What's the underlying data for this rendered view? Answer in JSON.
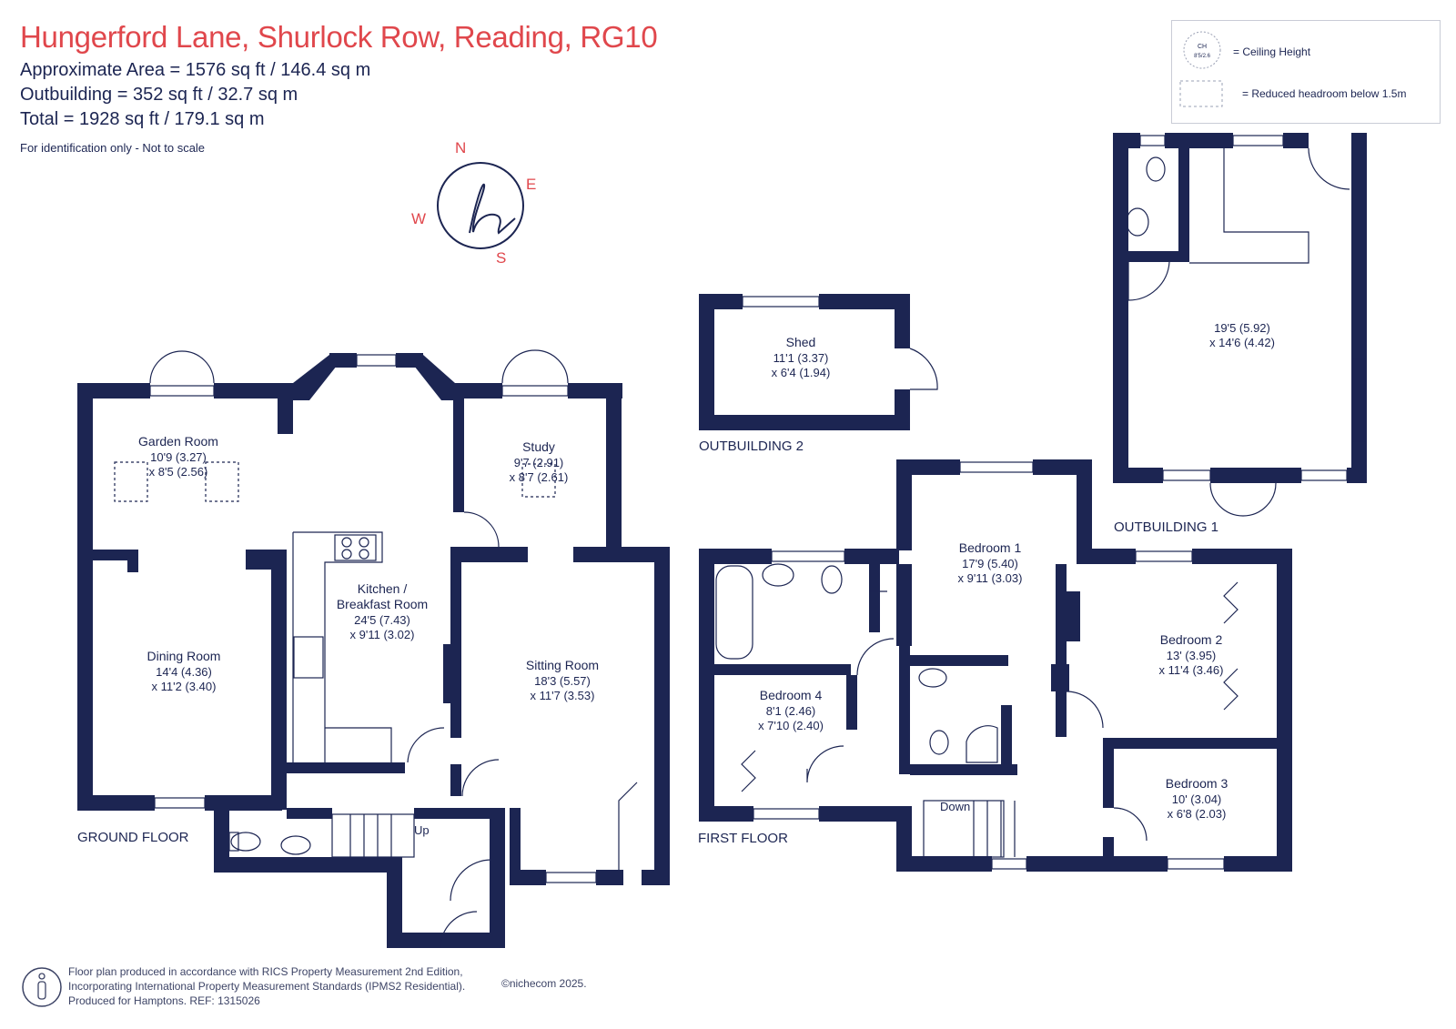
{
  "header": {
    "title": "Hungerford Lane, Shurlock Row, Reading, RG10",
    "approx_area": "Approximate Area = 1576 sq ft / 146.4 sq m",
    "outbuilding": "Outbuilding = 352 sq ft / 32.7 sq m",
    "total": "Total = 1928 sq ft / 179.1 sq m",
    "note": "For identification only - Not to scale"
  },
  "compass": {
    "n": "N",
    "e": "E",
    "s": "S",
    "w": "W"
  },
  "legend": {
    "ch_badge_top": "CH",
    "ch_badge_bottom": "8'5/2.6",
    "ceiling_height": "= Ceiling Height",
    "reduced_headroom": "= Reduced headroom below 1.5m"
  },
  "floors": {
    "ground": "GROUND FLOOR",
    "first": "FIRST FLOOR",
    "outbuilding1": "OUTBUILDING 1",
    "outbuilding2": "OUTBUILDING 2"
  },
  "rooms": {
    "garden_room": {
      "name": "Garden Room",
      "dim1": "10'9 (3.27)",
      "dim2": "x 8'5 (2.56)"
    },
    "study": {
      "name": "Study",
      "dim1": "9'7 (2.91)",
      "dim2": "x 8'7 (2.61)"
    },
    "kitchen": {
      "name1": "Kitchen /",
      "name2": "Breakfast Room",
      "dim1": "24'5 (7.43)",
      "dim2": "x 9'11 (3.02)"
    },
    "dining_room": {
      "name": "Dining Room",
      "dim1": "14'4 (4.36)",
      "dim2": "x 11'2 (3.40)"
    },
    "sitting_room": {
      "name": "Sitting Room",
      "dim1": "18'3 (5.57)",
      "dim2": "x 11'7 (3.53)"
    },
    "shed": {
      "name": "Shed",
      "dim1": "11'1 (3.37)",
      "dim2": "x 6'4 (1.94)"
    },
    "outbuilding1": {
      "dim1": "19'5 (5.92)",
      "dim2": "x 14'6 (4.42)"
    },
    "bedroom1": {
      "name": "Bedroom 1",
      "dim1": "17'9 (5.40)",
      "dim2": "x 9'11 (3.03)"
    },
    "bedroom2": {
      "name": "Bedroom 2",
      "dim1": "13' (3.95)",
      "dim2": "x 11'4 (3.46)"
    },
    "bedroom3": {
      "name": "Bedroom 3",
      "dim1": "10' (3.04)",
      "dim2": "x 6'8 (2.03)"
    },
    "bedroom4": {
      "name": "Bedroom 4",
      "dim1": "8'1 (2.46)",
      "dim2": "x 7'10 (2.40)"
    }
  },
  "stairs": {
    "up": "Up",
    "down": "Down"
  },
  "footer": {
    "line1": "Floor plan produced in accordance with RICS Property Measurement 2nd Edition,",
    "line2": "Incorporating International Property Measurement Standards (IPMS2 Residential).",
    "line3": "Produced for Hamptons.   REF: 1315026",
    "brand": "©nichecom 2025."
  },
  "colors": {
    "wall": "#1c2552",
    "title": "#e0474c",
    "compass": "#e0474c"
  }
}
